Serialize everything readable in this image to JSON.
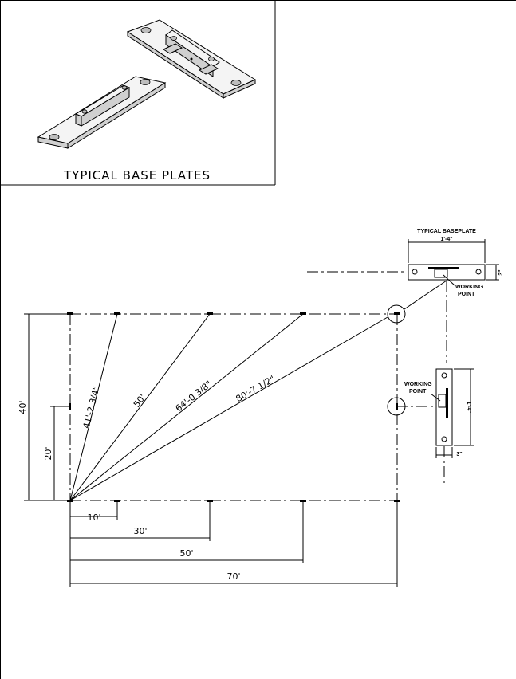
{
  "title_box": {
    "title": "TYPICAL BASE PLATES"
  },
  "typical_baseplate": {
    "title": "TYPICAL BASEPLATE",
    "length_label": "1'-4\"",
    "width_label": "3\"",
    "working_point_line1": "WORKING",
    "working_point_line2": "POINT"
  },
  "vertical_baseplate": {
    "working_point_line1": "WORKING",
    "working_point_line2": "POINT",
    "length_label": "1'-4\"",
    "width_label": "3\""
  },
  "layout": {
    "height_40": "40'",
    "height_20": "20'",
    "dim_10": "10'",
    "dim_30": "30'",
    "dim_50": "50'",
    "dim_70": "70'",
    "diag_1": "41'-2 3/4\"",
    "diag_2": "50'",
    "diag_3": "64'-0 3/8\"",
    "diag_4": "80'-7 1/2\""
  }
}
